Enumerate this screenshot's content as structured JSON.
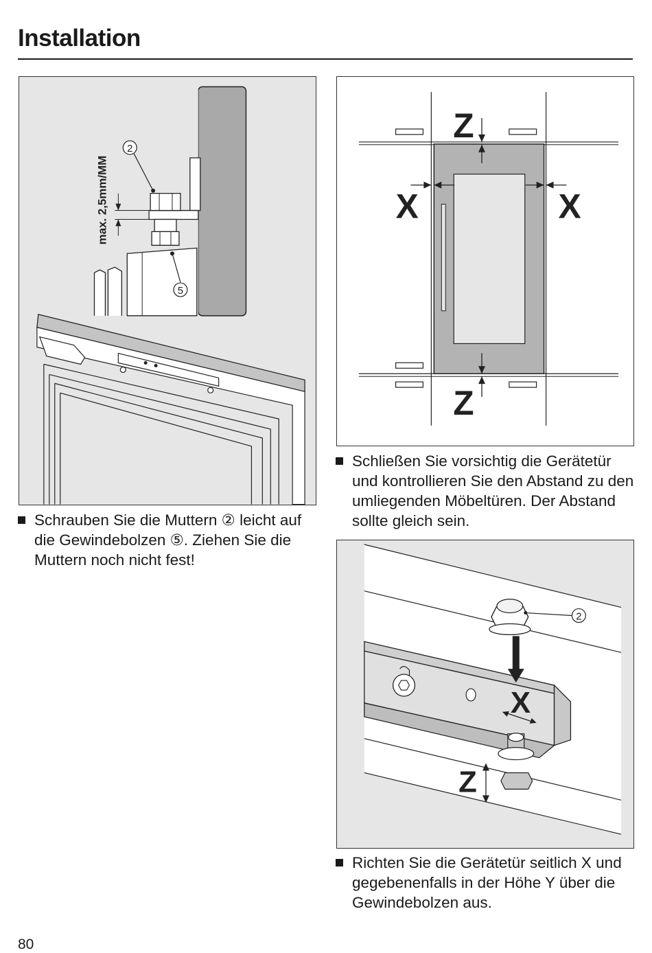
{
  "header": {
    "title": "Installation"
  },
  "figure_1": {
    "callout_nut": "2",
    "callout_bolt": "5",
    "dimension_label": "max. 2,5mm/MM"
  },
  "figure_2": {
    "label_z_top": "Z",
    "label_z_bottom": "Z",
    "label_x_left": "X",
    "label_x_right": "X"
  },
  "figure_3": {
    "callout_nut": "2",
    "label_x": "X",
    "label_z": "Z"
  },
  "instructions": {
    "step_1": "Schrauben Sie die Muttern ② leicht auf die Gewindebolzen ⑤. Ziehen Sie die Muttern noch nicht fest!",
    "step_2": "Schließen Sie vorsichtig die Gerätetür und kontrollieren Sie den Abstand zu den umliegenden Möbeltüren. Der Abstand sollte gleich sein.",
    "step_3": "Richten Sie die Gerätetür seitlich X und gegebenenfalls in der Höhe Y über die Gewindebolzen aus."
  },
  "footer": {
    "page_number": "80"
  }
}
